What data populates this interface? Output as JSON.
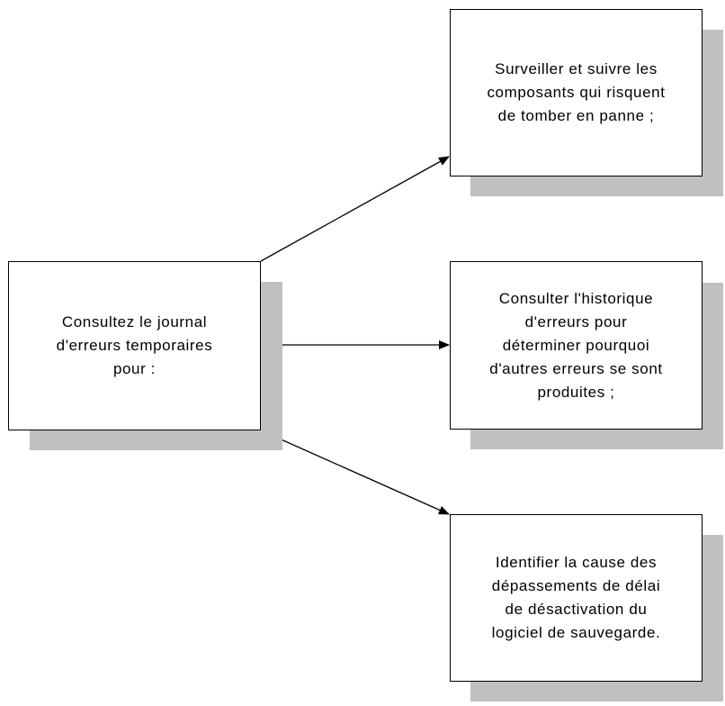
{
  "diagram": {
    "source": {
      "text": "Consultez le journal\nd'erreurs temporaires\npour :"
    },
    "targets": [
      {
        "text": "Surveiller et suivre les\ncomposants qui risquent\nde tomber en panne ;"
      },
      {
        "text": "Consulter l'historique\nd'erreurs pour\ndéterminer pourquoi\nd'autres erreurs se sont\nproduites ;"
      },
      {
        "text": "Identifier la cause des\ndépassements de délai\nde désactivation du\nlogiciel de sauvegarde."
      }
    ],
    "colors": {
      "line": "#000000",
      "shadow": "#c0c0c0",
      "box_fill": "#ffffff"
    }
  }
}
